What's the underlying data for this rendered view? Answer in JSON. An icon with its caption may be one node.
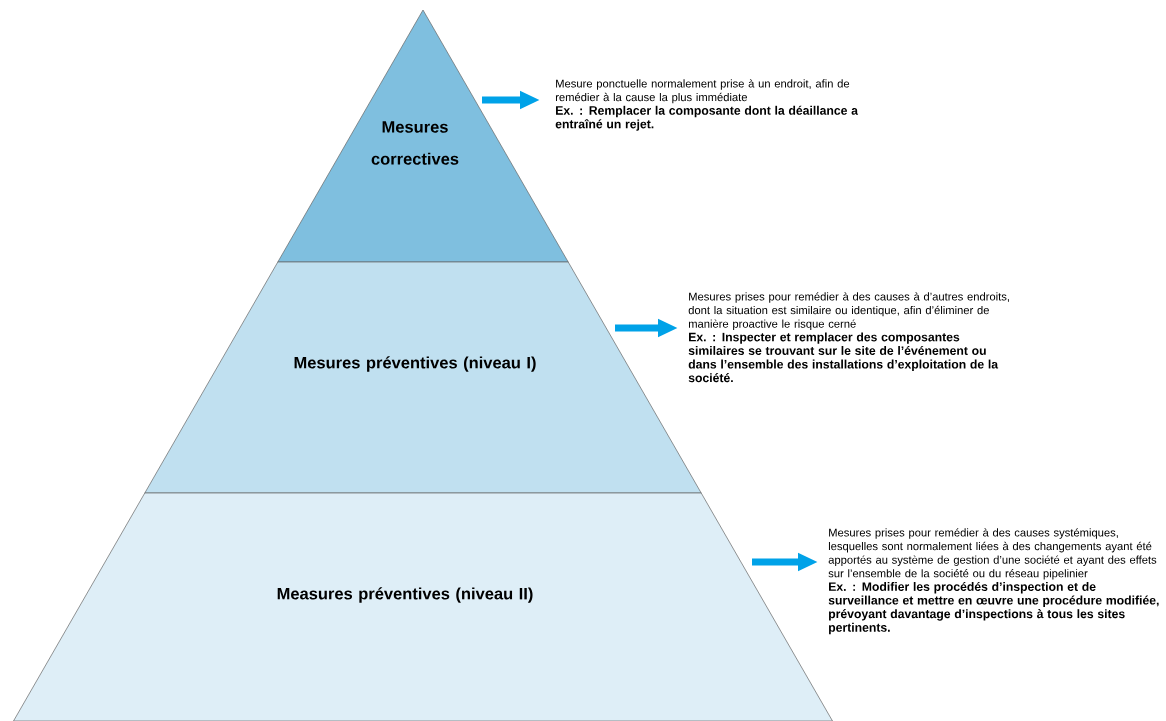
{
  "diagram": {
    "nodes": [
      {
        "text": [
          "Mesures correctives"
        ]
      },
      {
        "text": [
          "Mesures préventives (niveau I)"
        ]
      },
      {
        "text": [
          "Measures préventives (niveau II)"
        ]
      },
      {
        "text": [
          "Mesure ponctuelle normalement prise à un endroit, afin de remédier à la cause la plus immédiate",
          "Ex. : Remplacer la composante dont la déaillance a entraîné un rejet."
        ]
      },
      {
        "text": [
          "Mesures prises pour remédier à des causes à d’autres endroits, dont la situation est similaire ou identique, afin d’éliminer de manière proactive le risque cerné",
          "Ex. : Inspecter et remplacer des composantes similaires se trouvant sur le site de l’événement ou dans l’ensemble des installations d’exploitation de la société."
        ]
      },
      {
        "text": [
          "Mesures prises pour remédier à des causes systémiques, lesquelles sont normalement liées à des changements ayant été apportés au système de gestion d’une société et ayant des effets sur l’ensemble de la société ou du réseau pipelinier",
          "Ex. : Modifier les procédés d’inspection et de surveillance et mettre en œuvre une procédure modifiée, prévoyant davantage d’inspections à tous les sites pertinents."
        ]
      }
    ],
    "edges": [
      {
        "from": 0,
        "to": 3,
        "arrow": "to"
      },
      {
        "from": 1,
        "to": 4,
        "arrow": "to"
      },
      {
        "from": 2,
        "to": 5,
        "arrow": "to"
      }
    ]
  }
}
